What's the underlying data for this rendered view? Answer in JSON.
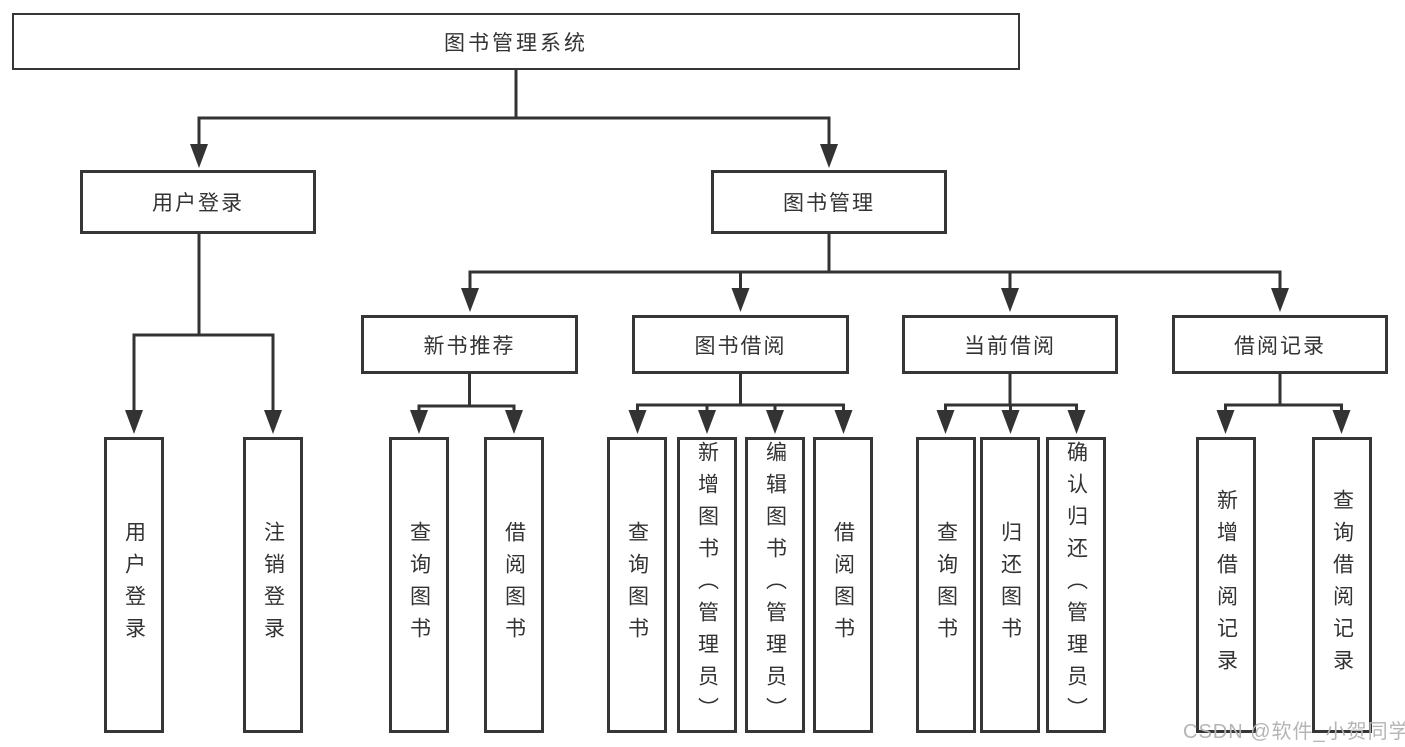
{
  "nodes": {
    "root": "图书管理系统",
    "level2": {
      "user_login": "用户登录",
      "book_management": "图书管理"
    },
    "level3": {
      "new_book_recommend": "新书推荐",
      "book_borrowing": "图书借阅",
      "current_borrowing": "当前借阅",
      "borrowing_records": "借阅记录"
    },
    "leaves": {
      "user_login": "用户登录",
      "logout": "注销登录",
      "nb_query_books": "查询图书",
      "nb_borrow_books": "借阅图书",
      "bb_query_books": "查询图书",
      "bb_add_books": "新增图书（管理员）",
      "bb_edit_books": "编辑图书（管理员）",
      "bb_borrow_books": "借阅图书",
      "cb_query_books": "查询图书",
      "cb_return_books": "归还图书",
      "cb_confirm_return": "确认归还（管理员）",
      "br_add_record": "新增借阅记录",
      "br_query_record": "查询借阅记录"
    }
  },
  "watermark": "CSDN @软件_小贺同学",
  "colors": {
    "line": "#333333",
    "box_border": "#363636",
    "text": "#333333",
    "background": "#ffffff",
    "watermark": "#b5b5b5"
  }
}
